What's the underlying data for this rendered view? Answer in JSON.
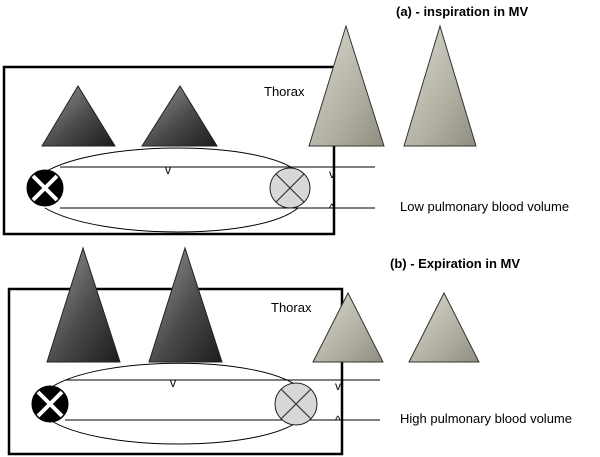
{
  "panel_a": {
    "title": "(a) - inspiration in MV",
    "region_label": "Thorax",
    "volume_label": "Low pulmonary blood volume",
    "mark": "v",
    "mark_bottom": "^"
  },
  "panel_b": {
    "title": "(b) - Expiration in MV",
    "region_label": "Thorax",
    "volume_label": "High pulmonary blood volume",
    "mark": "v",
    "mark_bottom": "^"
  },
  "colors": {
    "dark_triangle": "#3a3a3a",
    "light_triangle": "#b0ae9f",
    "dark_circle": "#000000",
    "light_circle": "#d8d8d8"
  }
}
